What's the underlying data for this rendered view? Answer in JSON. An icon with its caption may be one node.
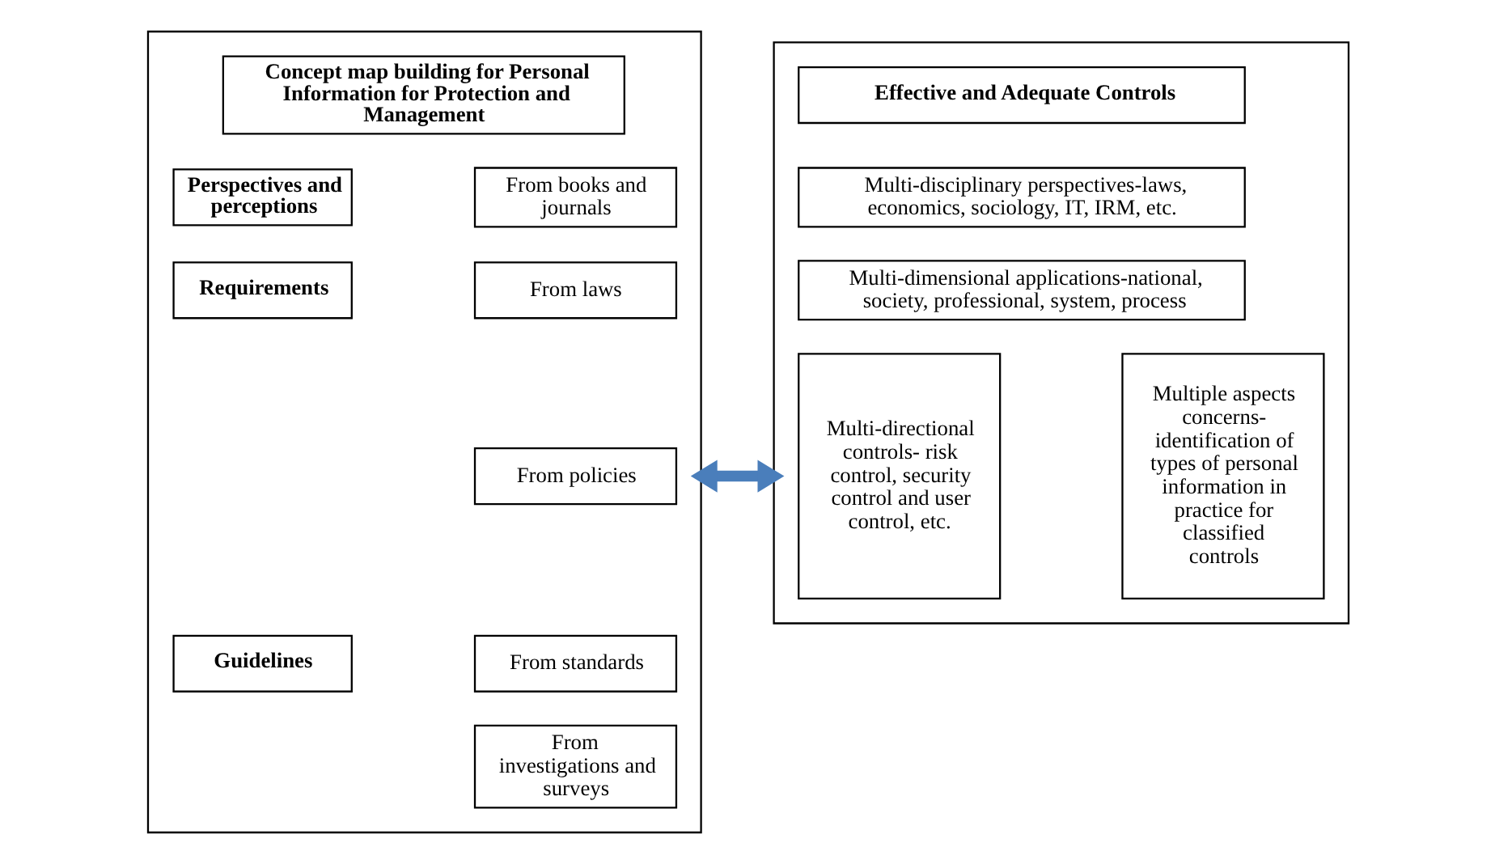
{
  "diagram": {
    "nodes": [
      {
        "text": [],
        "shape": "box"
      },
      {
        "text": [
          "Concept map building for Personal Information for Protection and Management"
        ],
        "in": 0
      },
      {
        "text": [
          "Perspectives and perceptions"
        ],
        "in": 0
      },
      {
        "text": [
          "Requirements"
        ],
        "in": 0
      },
      {
        "text": [
          "Guidelines"
        ],
        "in": 0
      },
      {
        "text": [
          "From books and journals"
        ],
        "in": 0
      },
      {
        "text": [
          "From laws"
        ],
        "in": 0
      },
      {
        "text": [
          "From policies"
        ],
        "in": 0
      },
      {
        "text": [
          "From standards"
        ],
        "in": 0
      },
      {
        "text": [
          "From investigations and surveys"
        ],
        "in": 0
      },
      {
        "text": [],
        "shape": "box"
      },
      {
        "text": [
          "Effective and Adequate Controls"
        ],
        "in": 10
      },
      {
        "text": [
          "Multi-disciplinary perspectives-laws, economics, sociology, IT, IRM, etc."
        ],
        "in": 10
      },
      {
        "text": [
          "Multi-dimensional applications-national, society, professional, system, process"
        ],
        "in": 10
      },
      {
        "text": [
          "Multi-directional controls- risk control, security control and user control, etc."
        ],
        "in": 10
      },
      {
        "text": [
          "Multiple aspects concerns- identification of types of personal information in practice for classified controls"
        ],
        "in": 10
      }
    ],
    "edges": [
      {
        "from": 0,
        "to": 10,
        "arrow": "both",
        "color": "#4a7ebb"
      }
    ]
  }
}
